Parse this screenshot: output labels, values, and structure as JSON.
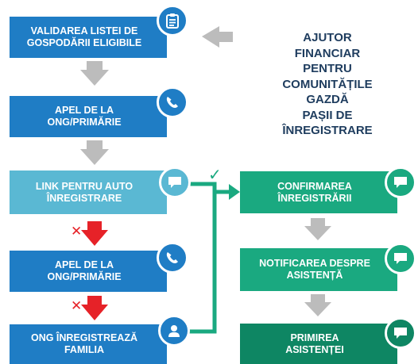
{
  "title": "AJUTOR\nFINANCIAR\nPENTRU\nCOMUNITĂȚILE\nGAZDĂ\nPAȘII DE\nÎNREGISTRARE",
  "steps_left": [
    {
      "label": "VALIDAREA LISTEI DE\nGOSPODĂRII ELIGIBILE",
      "icon": "clipboard-icon"
    },
    {
      "label": "APEL DE LA\nONG/PRIMĂRIE",
      "icon": "phone-icon"
    },
    {
      "label": "LINK PENTRU AUTO\nÎNREGISTRARE",
      "icon": "chat-icon"
    },
    {
      "label": "APEL DE LA\nONG/PRIMĂRIE",
      "icon": "phone-icon"
    },
    {
      "label": "ONG ÎNREGISTREAZĂ\nFAMILIA",
      "icon": "person-icon"
    }
  ],
  "steps_right": [
    {
      "label": "CONFIRMAREA\nÎNREGISTRĂRII",
      "icon": "chat-icon"
    },
    {
      "label": "NOTIFICAREA DESPRE\nASISTENȚĂ",
      "icon": "chat-icon"
    },
    {
      "label": "PRIMIREA\nASISTENȚEI",
      "icon": "chat-icon"
    }
  ],
  "colors": {
    "blue": "#1f7dc5",
    "teal": "#5ab8d3",
    "green": "#1aa980",
    "dark_green": "#0e8663",
    "arrow_gray": "#bcbcbc",
    "arrow_red": "#e62228",
    "title": "#1e3c5e"
  },
  "markers": {
    "fail": "✕",
    "success": "✓"
  }
}
